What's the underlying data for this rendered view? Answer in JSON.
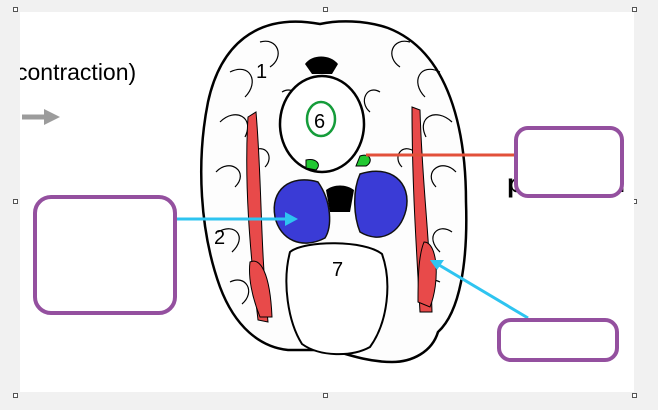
{
  "page": {
    "text_contraction": "contraction)",
    "text_fragment_p": "p",
    "text_fragment_l": "l"
  },
  "diagram": {
    "structure_numbers": [
      "1",
      "2",
      "6",
      "7"
    ],
    "colors": {
      "box_border": "#94509f",
      "red_pointer": "#e2503a",
      "cyan_pointer": "#2ec4f0",
      "blue_region": "#3a3bd6",
      "red_region": "#e84a4a",
      "green_region": "#22c832",
      "grey_arrow": "#9c9c9c"
    }
  },
  "label_boxes": [
    {
      "name": "left",
      "value": ""
    },
    {
      "name": "right-top",
      "value": ""
    },
    {
      "name": "right-bottom",
      "value": ""
    }
  ]
}
